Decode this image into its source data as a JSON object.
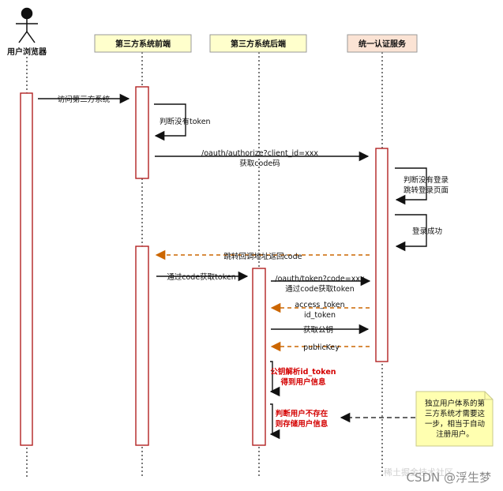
{
  "actors": {
    "user": "用户浏览器",
    "frontend": "第三方系统前端",
    "backend": "第三方系统后端",
    "auth": "统一认证服务"
  },
  "colors": {
    "participant_box": "#ffffcc",
    "participant_auth_box": "#fbe3d4",
    "activation_border": "#b22222",
    "return_arrow": "#cc6600",
    "highlight_text": "#d40000",
    "note_fill": "#ffffb0"
  },
  "messages": {
    "m1": "访问第三方系统",
    "m2": "判断没有token",
    "m3_line1": "/oauth/authorize?client_id=xxx",
    "m3_line2": "获取code码",
    "m4_line1": "判断没有登录",
    "m4_line2": "跳转登录页面",
    "m5": "登录成功",
    "m6": "跳转回调地址返回code",
    "m7": "通过code获取token",
    "m8_line1": "/oauth/token?code=xxx",
    "m8_line2": "通过code获取token",
    "m9_line1": "access_token",
    "m9_line2": "id_token",
    "m10": "获取公钥",
    "m11": "publicKey",
    "m12_line1": "公钥解析id_token",
    "m12_line2": "得到用户信息",
    "m13_line1": "判断用户不存在",
    "m13_line2": "则存储用户信息"
  },
  "note": {
    "line1": "独立用户体系的第",
    "line2": "三方系统才需要这",
    "line3": "一步，相当于自动",
    "line4": "注册用户。"
  },
  "watermark": {
    "faint": "稀土掘金技术社区",
    "csdn": "CSDN @浮生梦"
  }
}
